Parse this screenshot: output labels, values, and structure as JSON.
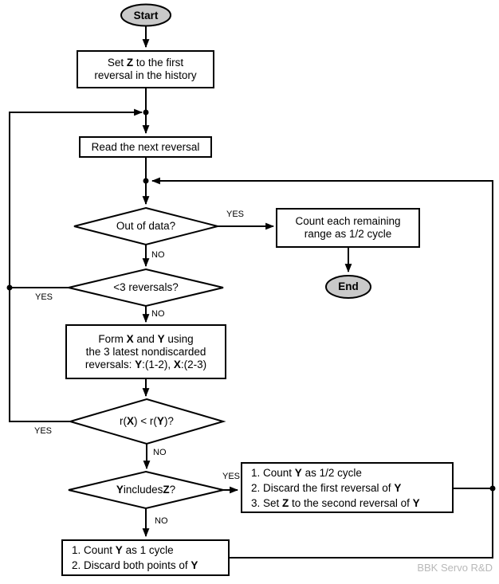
{
  "watermark": {
    "text": "BBK Servo R&D",
    "color": "#b9b9b9"
  },
  "colors": {
    "line": "#000000",
    "terminal_fill": "#c9c9c9",
    "node_fill": "#ffffff"
  },
  "nodes": {
    "start": {
      "type": "terminal",
      "label": "Start"
    },
    "set_z": {
      "type": "process",
      "lines": [
        [
          {
            "t": "Set "
          },
          {
            "t": "Z",
            "b": 1
          },
          {
            "t": " to the first"
          }
        ],
        [
          {
            "t": "reversal in the history"
          }
        ]
      ]
    },
    "read_next": {
      "type": "process",
      "label": "Read the next reversal"
    },
    "out_of_data": {
      "type": "decision",
      "label": "Out of data?"
    },
    "count_remaining": {
      "type": "process",
      "lines": [
        [
          {
            "t": "Count each remaining"
          }
        ],
        [
          {
            "t": "range as 1/2 cycle"
          }
        ]
      ]
    },
    "end": {
      "type": "terminal",
      "label": "End"
    },
    "lt3_reversals": {
      "type": "decision",
      "label": "<3 reversals?"
    },
    "form_xy": {
      "type": "process",
      "lines": [
        [
          {
            "t": "Form "
          },
          {
            "t": "X",
            "b": 1
          },
          {
            "t": " and "
          },
          {
            "t": "Y",
            "b": 1
          },
          {
            "t": " using"
          }
        ],
        [
          {
            "t": "the 3 latest nondiscarded"
          }
        ],
        [
          {
            "t": "reversals: "
          },
          {
            "t": "Y",
            "b": 1
          },
          {
            "t": ":(1-2), "
          },
          {
            "t": "X",
            "b": 1
          },
          {
            "t": ":(2-3)"
          }
        ]
      ]
    },
    "range_compare": {
      "type": "decision",
      "lines": [
        [
          {
            "t": "r("
          },
          {
            "t": "X",
            "b": 1
          },
          {
            "t": ") < r("
          },
          {
            "t": "Y",
            "b": 1
          },
          {
            "t": ")?"
          }
        ]
      ]
    },
    "y_includes_z": {
      "type": "decision",
      "lines": [
        [
          {
            "t": "Y",
            "b": 1
          },
          {
            "t": " includes "
          },
          {
            "t": "Z",
            "b": 1
          },
          {
            "t": "?"
          }
        ]
      ]
    },
    "count_half_cycle": {
      "type": "process",
      "lines": [
        [
          {
            "t": "1. Count "
          },
          {
            "t": "Y",
            "b": 1
          },
          {
            "t": " as 1/2 cycle"
          }
        ],
        [
          {
            "t": "2. Discard the first reversal of "
          },
          {
            "t": "Y",
            "b": 1
          }
        ],
        [
          {
            "t": "3. Set "
          },
          {
            "t": "Z",
            "b": 1
          },
          {
            "t": " to the second reversal of "
          },
          {
            "t": "Y",
            "b": 1
          }
        ]
      ]
    },
    "count_full_cycle": {
      "type": "process",
      "lines": [
        [
          {
            "t": "1. Count "
          },
          {
            "t": "Y",
            "b": 1
          },
          {
            "t": " as 1 cycle"
          }
        ],
        [
          {
            "t": "2. Discard both points of "
          },
          {
            "t": "Y",
            "b": 1
          }
        ]
      ]
    }
  },
  "edges": [
    {
      "from": "out_of_data",
      "to": "count_remaining",
      "label": "YES"
    },
    {
      "from": "out_of_data",
      "to": "lt3_reversals",
      "label": "NO"
    },
    {
      "from": "lt3_reversals",
      "to": "read_next",
      "label": "YES"
    },
    {
      "from": "lt3_reversals",
      "to": "form_xy",
      "label": "NO"
    },
    {
      "from": "range_compare",
      "to": "read_next",
      "label": "YES"
    },
    {
      "from": "range_compare",
      "to": "y_includes_z",
      "label": "NO"
    },
    {
      "from": "y_includes_z",
      "to": "count_half_cycle",
      "label": "YES"
    },
    {
      "from": "y_includes_z",
      "to": "count_full_cycle",
      "label": "NO"
    }
  ]
}
